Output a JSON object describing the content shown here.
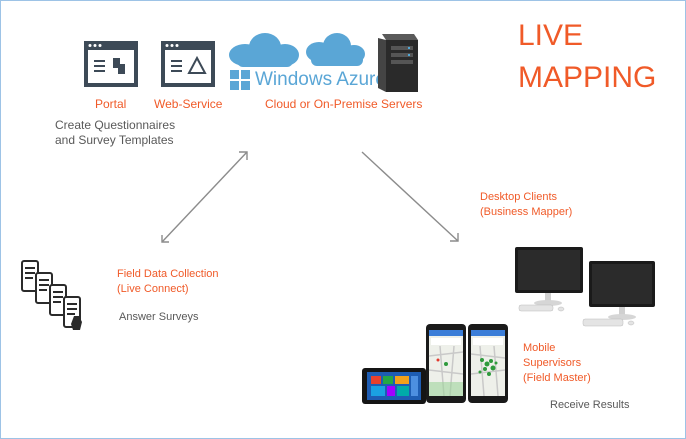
{
  "title": {
    "line1": "LIVE",
    "line2": "MAPPING"
  },
  "portal_label": "Portal",
  "webservice_label": "Web-Service",
  "cloud_label": "Cloud or On-Premise Servers",
  "azure_logo_text": "Windows Azure",
  "create_text": {
    "line1": "Create Questionnaires",
    "line2": "and Survey Templates"
  },
  "desktop": {
    "line1": "Desktop  Clients",
    "line2": "(Business Mapper)"
  },
  "field": {
    "line1": "Field Data Collection",
    "line2": "(Live Connect)"
  },
  "answer_text": "Answer Surveys",
  "mobile": {
    "line1": "Mobile",
    "line2": "Supervisors",
    "line3": "(Field Master)"
  },
  "receive_text": "Receive Results",
  "colors": {
    "accent": "#f05a28",
    "text_gray": "#595959",
    "azure": "#5aa6d6",
    "window_dark": "#3d4a57",
    "arrow": "#8c8c8c",
    "border": "#9dc3e6"
  }
}
